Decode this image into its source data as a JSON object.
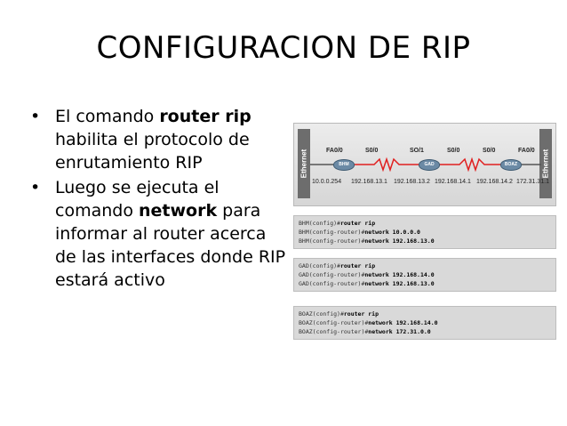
{
  "title": "CONFIGURACION DE RIP",
  "bullets": [
    {
      "pre": "El comando ",
      "bold": "router rip",
      "post": " habilita el protocolo de enrutamiento RIP"
    },
    {
      "pre": "Luego se ejecuta el comando ",
      "bold": "network",
      "post": " para informar al router acerca de las interfaces donde RIP estará activo"
    }
  ],
  "bullet_char": "•",
  "diagram": {
    "ethernet_label": "Ethernet",
    "interfaces": [
      "FA0/0",
      "S0/0",
      "SO/1",
      "S0/0",
      "S0/0",
      "FA0/0"
    ],
    "routers": [
      "BHM",
      "GAD",
      "BOAZ"
    ],
    "addresses": [
      "10.0.0.254",
      "192.168.13.1",
      "192.168.13.2",
      "192.168.14.1",
      "192.168.14.2",
      "172.31.31.1"
    ]
  },
  "configs": [
    {
      "lines": [
        {
          "prompt": "BHM(config)#",
          "cmd": "router rip"
        },
        {
          "prompt": "BHM(config-router)#",
          "cmd": "network 10.0.0.0"
        },
        {
          "prompt": "BHM(config-router)#",
          "cmd": "network 192.168.13.0"
        }
      ]
    },
    {
      "lines": [
        {
          "prompt": "GAD(config)#",
          "cmd": "router rip"
        },
        {
          "prompt": "GAD(config-router)#",
          "cmd": "network 192.168.14.0"
        },
        {
          "prompt": "GAD(config-router)#",
          "cmd": "network 192.168.13.0"
        }
      ]
    },
    {
      "lines": [
        {
          "prompt": "BOAZ(config)#",
          "cmd": "router rip"
        },
        {
          "prompt": "BOAZ(config-router)#",
          "cmd": "network 192.168.14.0"
        },
        {
          "prompt": "BOAZ(config-router)#",
          "cmd": "network 172.31.0.0"
        }
      ]
    }
  ],
  "colors": {
    "serial_link": "#e02020",
    "panel": "#d9d9d9",
    "router": "#6b8aa5",
    "ethernet": "#6d6d6d"
  }
}
